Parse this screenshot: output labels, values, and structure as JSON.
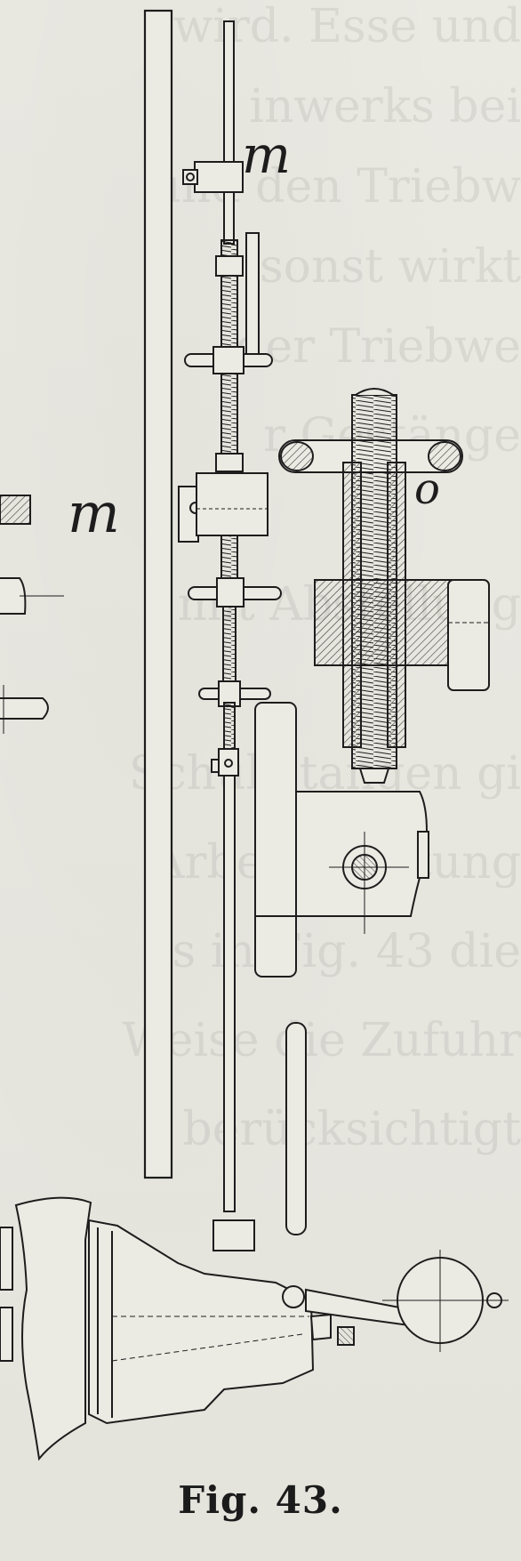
{
  "figure": {
    "caption": "Fig. 43.",
    "labels": {
      "m_top": "m",
      "m_mid": "m",
      "o": "o"
    }
  },
  "colors": {
    "paper": "#e7e6df",
    "ink": "#1d1d1d",
    "hatch": "#3a3a3a"
  }
}
